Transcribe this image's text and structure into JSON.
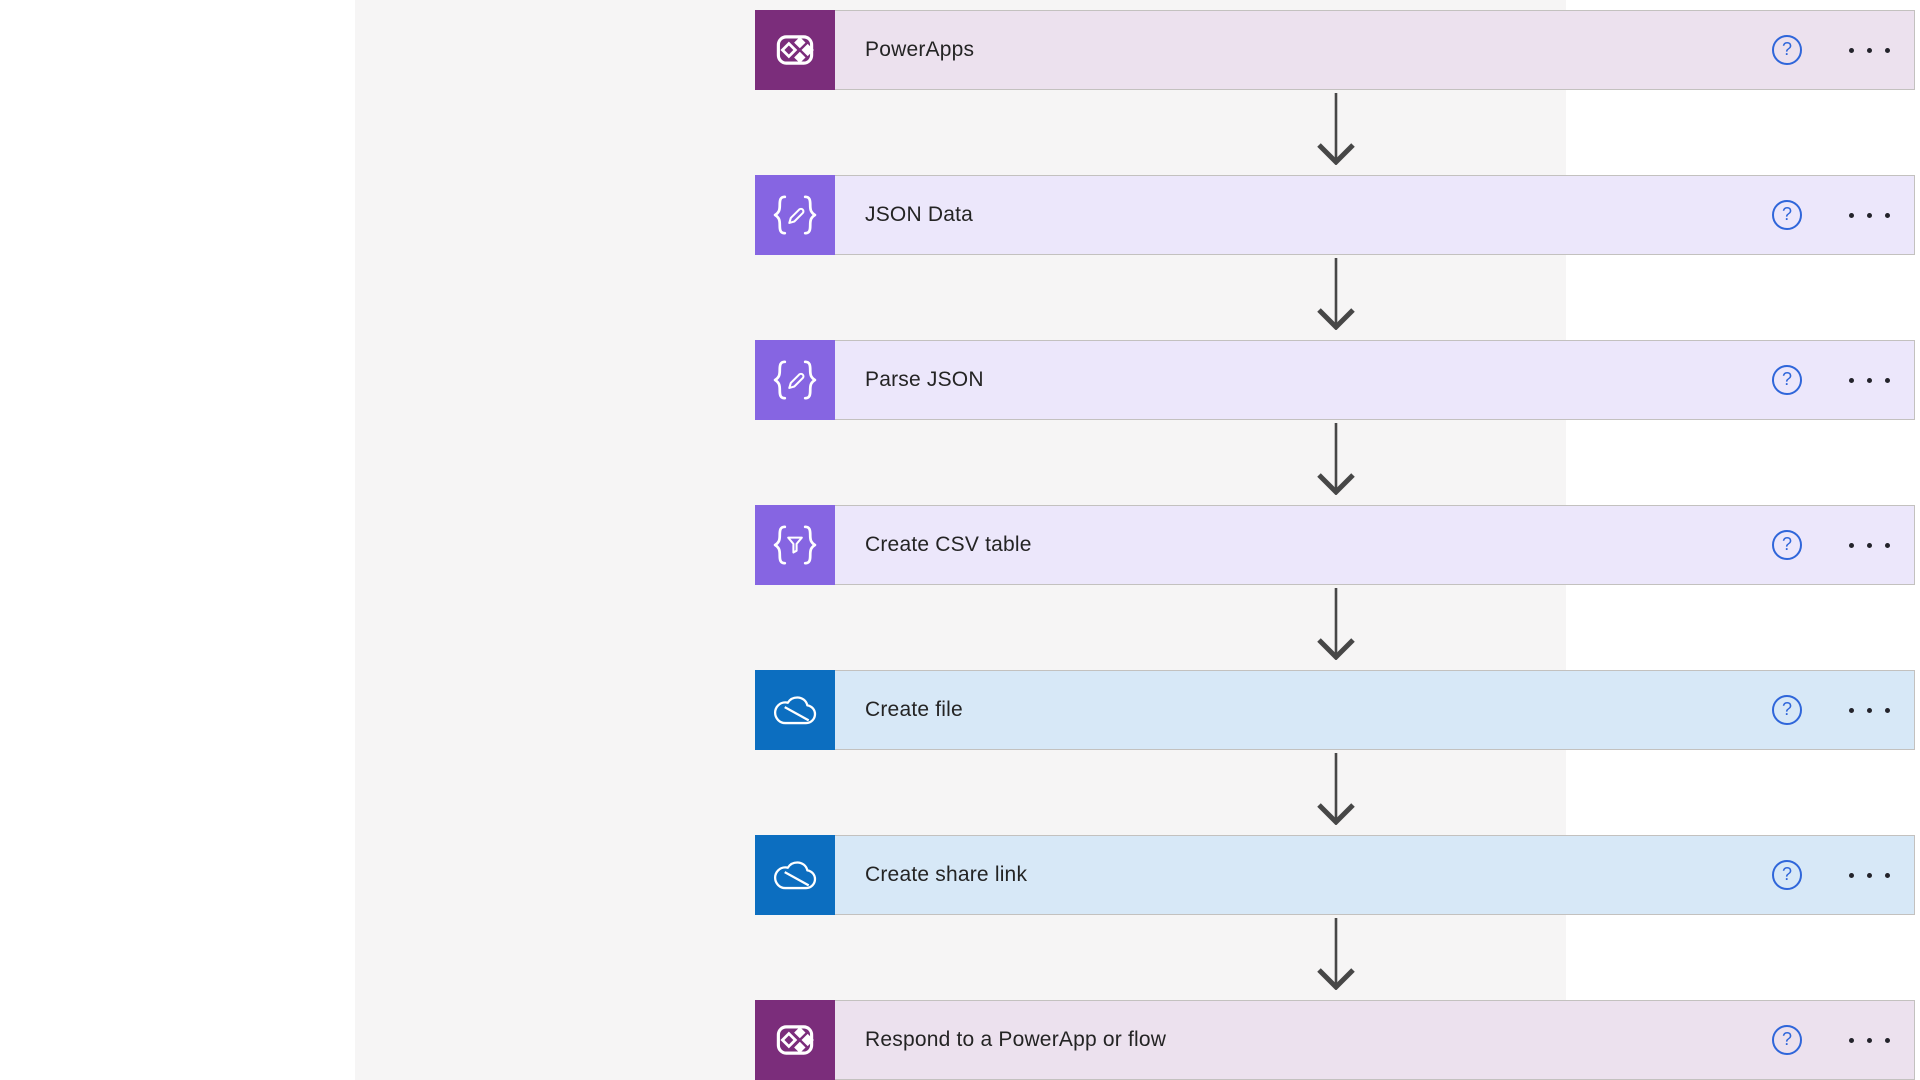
{
  "page": {
    "background": "#ffffff",
    "canvas_background": "#f6f5f5"
  },
  "flow": {
    "steps": [
      {
        "label": "PowerApps",
        "connector": "powerapps",
        "icon": "powerapps-icon",
        "tile_color": "#7b2d7b",
        "row_color": "#ece1ee"
      },
      {
        "label": "JSON Data",
        "connector": "data-operations",
        "icon": "braces-pencil-icon",
        "tile_color": "#8665e2",
        "row_color": "#ece7fb"
      },
      {
        "label": "Parse JSON",
        "connector": "data-operations",
        "icon": "braces-pencil-icon",
        "tile_color": "#8665e2",
        "row_color": "#ece7fb"
      },
      {
        "label": "Create CSV table",
        "connector": "data-operations",
        "icon": "braces-funnel-icon",
        "tile_color": "#8665e2",
        "row_color": "#ece7fb"
      },
      {
        "label": "Create file",
        "connector": "onedrive",
        "icon": "onedrive-cloud-icon",
        "tile_color": "#0c6ec0",
        "row_color": "#d7e8f7"
      },
      {
        "label": "Create share link",
        "connector": "onedrive",
        "icon": "onedrive-cloud-icon",
        "tile_color": "#0c6ec0",
        "row_color": "#d7e8f7"
      },
      {
        "label": "Respond to a PowerApp or flow",
        "connector": "powerapps",
        "icon": "powerapps-icon",
        "tile_color": "#7b2d7b",
        "row_color": "#ece1ee"
      }
    ],
    "icons": {
      "help": "?",
      "more_options": "•••",
      "connector_arrow": "↓"
    },
    "colors": {
      "arrow": "#474747",
      "help_blue": "#2f66da",
      "text": "#242424",
      "card_border": "#c3c1bf",
      "menu_dots": "#23232b"
    }
  }
}
